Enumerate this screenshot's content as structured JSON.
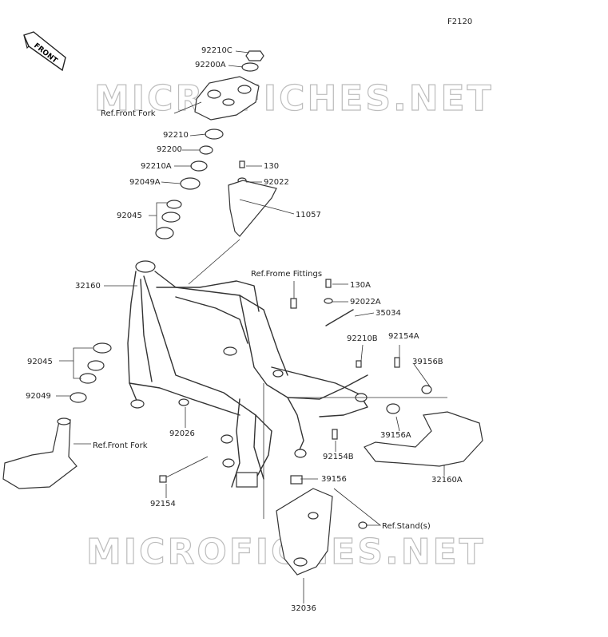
{
  "diagram": {
    "code": "F2120",
    "badge": "FRONT",
    "watermark": "MICROFICHES.NET",
    "parts": [
      {
        "id": "92210C"
      },
      {
        "id": "92200A"
      },
      {
        "id": "Ref.Front Fork"
      },
      {
        "id": "92210"
      },
      {
        "id": "92200"
      },
      {
        "id": "92210A"
      },
      {
        "id": "92049A"
      },
      {
        "id": "92045"
      },
      {
        "id": "130"
      },
      {
        "id": "92022"
      },
      {
        "id": "11057"
      },
      {
        "id": "32160"
      },
      {
        "id": "Ref.Frome Fittings"
      },
      {
        "id": "130A"
      },
      {
        "id": "92022A"
      },
      {
        "id": "35034"
      },
      {
        "id": "92210B"
      },
      {
        "id": "92154A"
      },
      {
        "id": "39156B"
      },
      {
        "id": "92045"
      },
      {
        "id": "92049"
      },
      {
        "id": "92026"
      },
      {
        "id": "Ref.Front Fork"
      },
      {
        "id": "39156A"
      },
      {
        "id": "92154B"
      },
      {
        "id": "32160A"
      },
      {
        "id": "92154"
      },
      {
        "id": "39156"
      },
      {
        "id": "Ref.Stand(s)"
      },
      {
        "id": "32036"
      }
    ]
  }
}
